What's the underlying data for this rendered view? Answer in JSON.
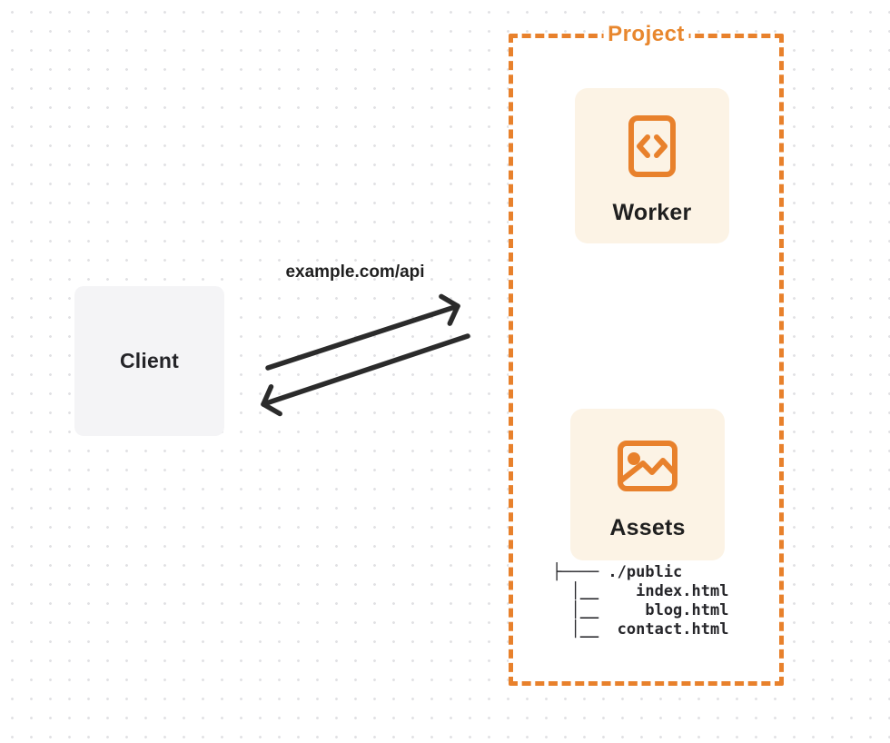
{
  "client": {
    "label": "Client"
  },
  "connection": {
    "url_label": "example.com/api"
  },
  "project": {
    "label": "Project",
    "worker": {
      "label": "Worker",
      "icon": "code-file-icon"
    },
    "assets": {
      "label": "Assets",
      "icon": "image-icon"
    },
    "file_tree": {
      "lines": [
        "├──── ./public",
        "  │__    index.html",
        "  │__     blog.html",
        "  │__  contact.html"
      ]
    }
  },
  "colors": {
    "accent_orange": "#E8812C",
    "project_label_orange": "#E8872E",
    "panel_cream": "#FCF3E5",
    "client_gray": "#F4F4F6",
    "arrow_dark": "#2B2B2B",
    "text_dark": "#1F1F1F",
    "dot_grid": "#E1E1E4"
  }
}
